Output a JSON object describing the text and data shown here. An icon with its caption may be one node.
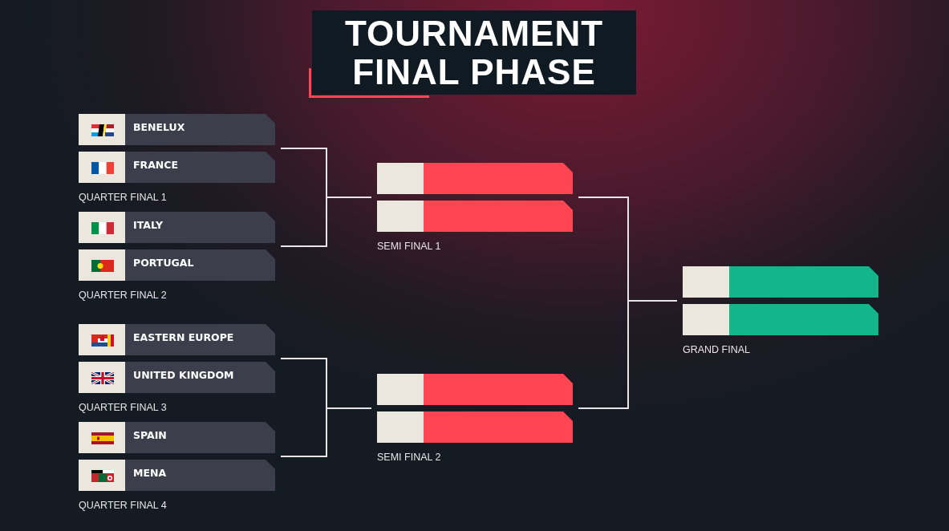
{
  "diagram": {
    "title": "TOURNAMENT FINAL PHASE",
    "nodes": [
      {
        "text": [
          "QUARTER FINAL 1"
        ]
      },
      {
        "text": [
          "BENELUX"
        ],
        "in": 0
      },
      {
        "text": [
          "FRANCE"
        ],
        "in": 0
      },
      {
        "text": [
          "QUARTER FINAL 2"
        ]
      },
      {
        "text": [
          "ITALY"
        ],
        "in": 3
      },
      {
        "text": [
          "PORTUGAL"
        ],
        "in": 3
      },
      {
        "text": [
          "QUARTER FINAL 3"
        ]
      },
      {
        "text": [
          "EASTERN EUROPE"
        ],
        "in": 6
      },
      {
        "text": [
          "UNITED KINGDOM"
        ],
        "in": 6
      },
      {
        "text": [
          "QUARTER FINAL 4"
        ]
      },
      {
        "text": [
          "SPAIN"
        ],
        "in": 9
      },
      {
        "text": [
          "MENA"
        ],
        "in": 9
      },
      {
        "text": [
          "SEMI FINAL 1"
        ]
      },
      {
        "text": [],
        "shape": "bar",
        "in": 12
      },
      {
        "text": [],
        "shape": "bar",
        "in": 12
      },
      {
        "text": [
          "SEMI FINAL 2"
        ]
      },
      {
        "text": [],
        "shape": "bar",
        "in": 15
      },
      {
        "text": [],
        "shape": "bar",
        "in": 15
      },
      {
        "text": [
          "GRAND FINAL"
        ]
      },
      {
        "text": [],
        "shape": "bar",
        "in": 18
      },
      {
        "text": [],
        "shape": "bar",
        "in": 18
      }
    ],
    "edges": [
      {
        "from": 0,
        "to": 12,
        "arrow": "none"
      },
      {
        "from": 3,
        "to": 12,
        "arrow": "none"
      },
      {
        "from": 6,
        "to": 15,
        "arrow": "none"
      },
      {
        "from": 9,
        "to": 15,
        "arrow": "none"
      },
      {
        "from": 12,
        "to": 18,
        "arrow": "none"
      },
      {
        "from": 15,
        "to": 18,
        "arrow": "none"
      }
    ]
  }
}
